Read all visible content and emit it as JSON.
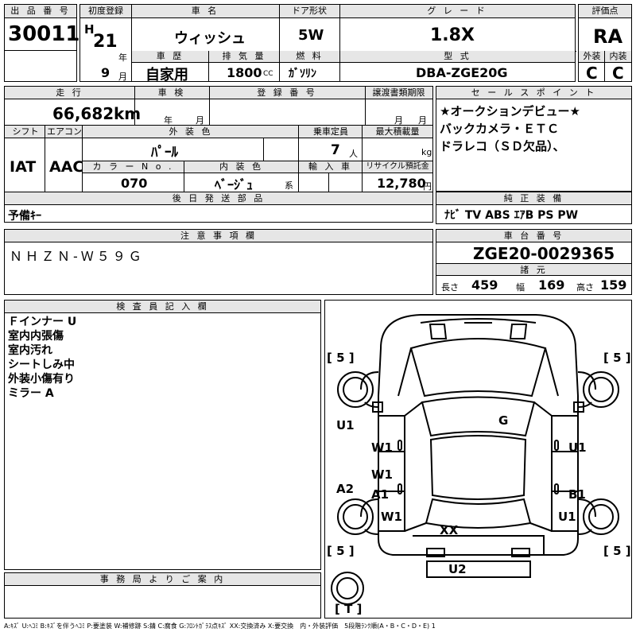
{
  "labels": {
    "lot_no": "出 品 番 号",
    "first_reg": "初度登録",
    "car_name": "車 名",
    "door": "ドア形状",
    "grade": "グ レ ー ド",
    "score": "評価点",
    "history": "車 歴",
    "displacement": "排 気 量",
    "fuel": "燃 料",
    "model": "型 式",
    "exterior": "外装",
    "interior": "内装",
    "mileage": "走 行",
    "inspection": "車 検",
    "registration": "登 録 番 号",
    "transfer": "譲渡書類期限",
    "sales_point": "セ ー ル ス ポ イ ン ト",
    "shift": "シフト",
    "aircon": "エアコン",
    "color": "外 装 色",
    "capacity": "乗車定員",
    "max_load": "最大積載量",
    "color_no": "カ ラ ー N o .",
    "int_color": "内 装 色",
    "import": "輸 入 車",
    "recycle": "リサイクル預託金",
    "later_parts": "後 日 発 送 部 品",
    "equipment": "純 正 装 備",
    "notes": "注 意 事 項 欄",
    "chassis": "車 台 番 号",
    "specs": "諸 元",
    "inspector": "検 査 員 記 入 欄",
    "office": "事 務 局 よ り ご 案 内"
  },
  "units": {
    "year": "年",
    "month": "月",
    "cc": "CC",
    "km": "km",
    "persons": "人",
    "kg": "kg",
    "kei": "系",
    "yen": "円",
    "length": "長さ",
    "width": "幅",
    "height": "高さ"
  },
  "values": {
    "lot_no": "30011",
    "era": "H",
    "reg_year": "21",
    "reg_month": "9",
    "car_name": "ウィッシュ",
    "door": "5W",
    "grade": "1.8X",
    "score": "RA",
    "history": "自家用",
    "displacement": "1800",
    "fuel": "ｶﾞｿﾘﾝ",
    "model": "DBA-ZGE20G",
    "exterior": "C",
    "interior": "C",
    "mileage": "66,682",
    "shift": "IAT",
    "aircon": "AAC",
    "color": "ﾊﾟｰﾙ",
    "capacity": "7",
    "color_no": "070",
    "int_color": "ﾍﾞｰｼﾞｭ",
    "recycle": "12,780",
    "sales_points": [
      "★オークションデビュー★",
      "バックカメラ・ＥＴＣ",
      "ドラレコ（ＳＤ欠品）、"
    ],
    "later_parts": "予備ｷｰ",
    "equipment": "ﾅﾋﾞ  TV  ABS  ｴｱB  PS  PW",
    "notes": "ＮＨＺＮ-Ｗ５９Ｇ",
    "chassis": "ZGE20-0029365",
    "length": "459",
    "width": "169",
    "height": "159",
    "inspector_notes": [
      "Ｆインナー U",
      "室内内張傷",
      "室内汚れ",
      "シートしみ中",
      "外装小傷有り",
      "ミラー A"
    ]
  },
  "diagram": {
    "tread_fl": "[ 5 ]",
    "tread_fr": "[ 5 ]",
    "tread_rl": "[ 5 ]",
    "tread_rr": "[ 5 ]",
    "spare": "[ T ]",
    "marks": {
      "g": "G",
      "u1_left": "U1",
      "w1_a": "W1",
      "u1_right": "U1",
      "w1_b": "W1",
      "a2": "A2",
      "a1": "A1",
      "b1": "B1",
      "w1_c": "W1",
      "u1_right_low": "U1",
      "xx": "XX",
      "u2": "U2"
    }
  },
  "legend": "A:ｷｽﾞ U:ﾍｺﾐ B:ｷｽﾞを伴うﾍｺﾐ P:要塗装 W:補修跡 S:錆 C:腐食 G:ﾌﾛﾝﾄｶﾞﾗｽ点ｷｽﾞ XX:交換済み X:要交換　内・外装評価　5段階ﾗﾝｸ順(A・B・C・D・E) 1"
}
